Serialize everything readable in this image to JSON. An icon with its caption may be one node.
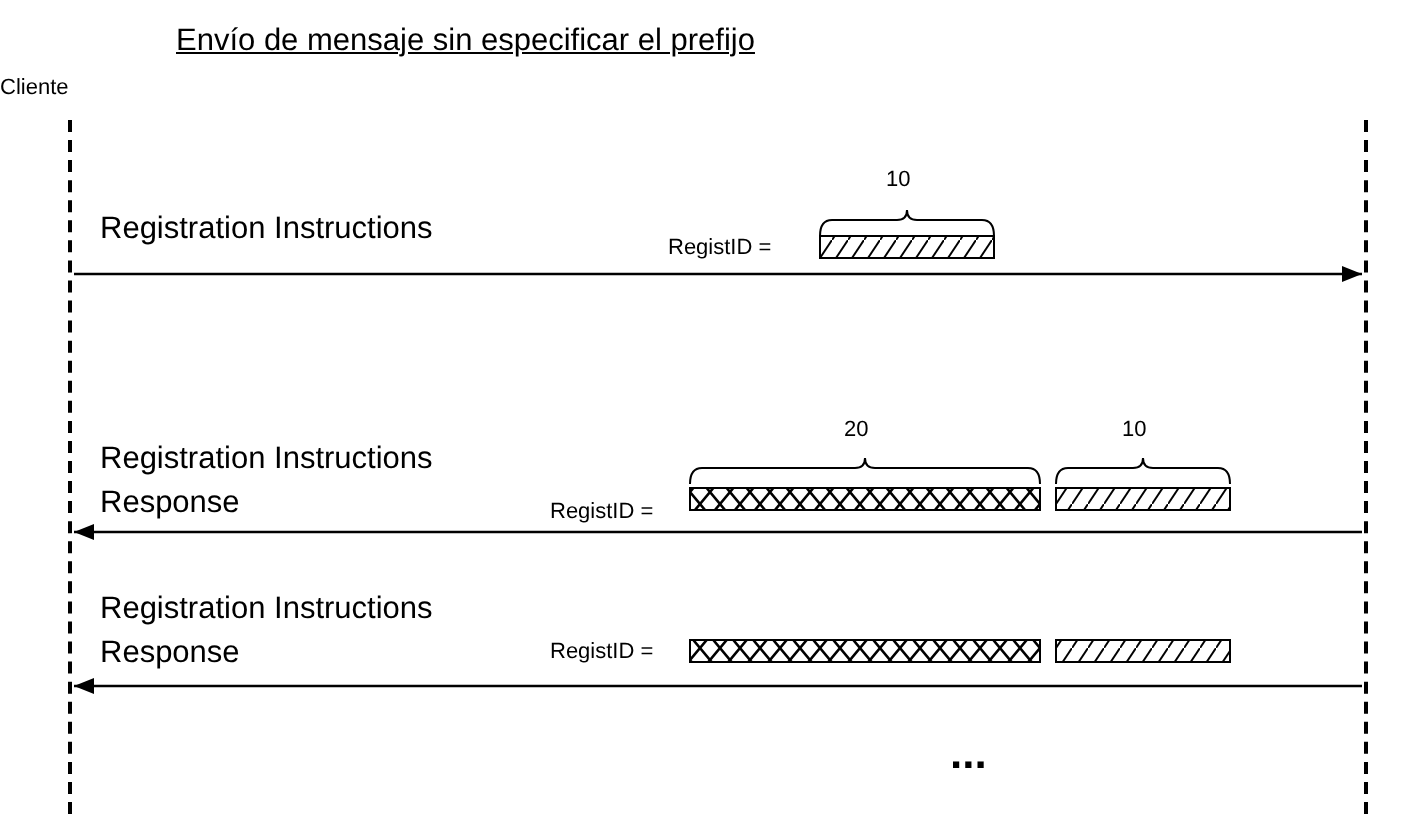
{
  "diagram": {
    "title": "Envío de mensaje sin especificar el prefijo",
    "nodes": [
      {
        "text": [
          "Cliente"
        ]
      },
      {
        "text": [],
        "shape": "bar"
      }
    ],
    "edges": [
      {
        "from": 0,
        "to": 1,
        "arrow": "to",
        "label": "Registration Instructions"
      },
      {
        "from": 1,
        "to": 0,
        "arrow": "to",
        "label": "Registration Instructions Response"
      },
      {
        "from": 1,
        "to": 0,
        "arrow": "to",
        "label": "Registration Instructions Response"
      }
    ],
    "labels": [
      "10",
      "RegistID =",
      "20",
      "10",
      "RegistID =",
      "RegistID =",
      "..."
    ]
  }
}
